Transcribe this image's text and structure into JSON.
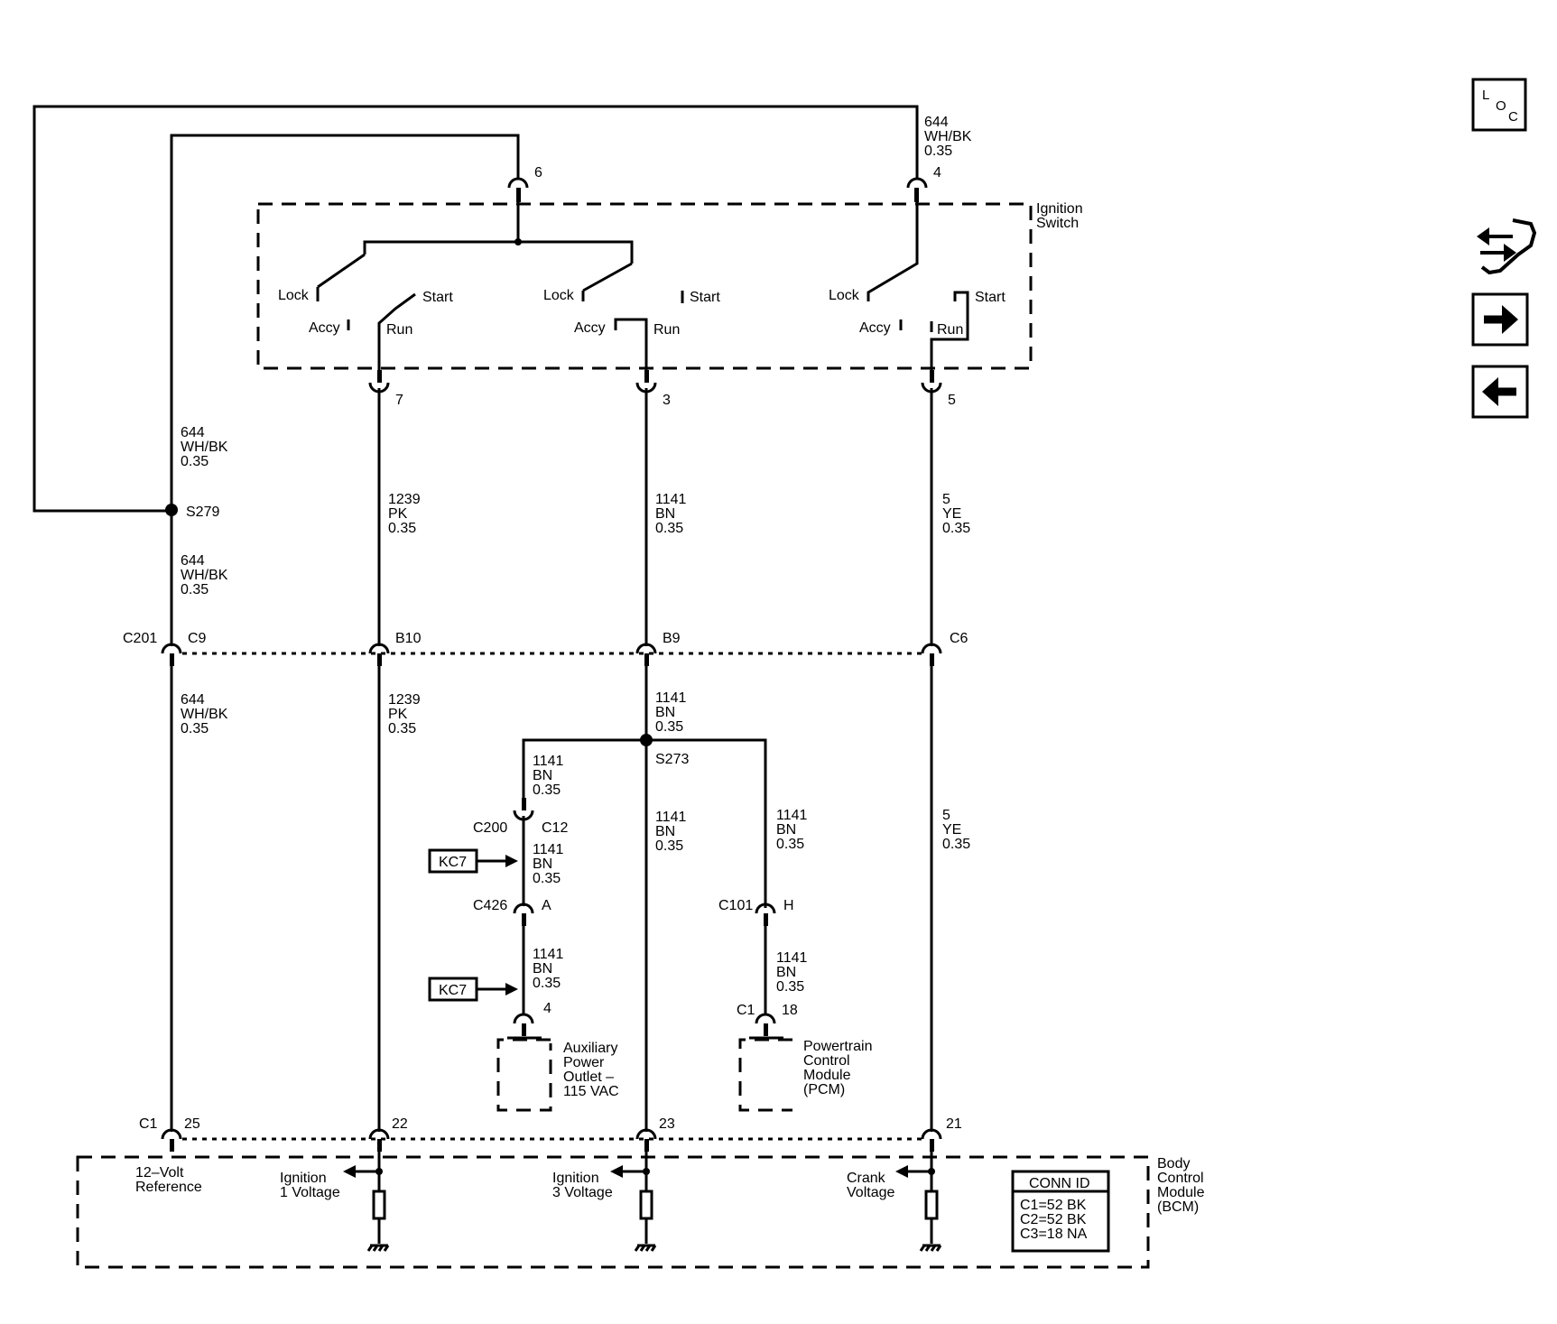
{
  "components": {
    "ignition_switch": [
      "Ignition",
      "Switch"
    ],
    "bcm": [
      "Body",
      "Control",
      "Module",
      "(BCM)"
    ],
    "aux_outlet": [
      "Auxiliary",
      "Power",
      "Outlet –",
      "115 VAC"
    ],
    "pcm": [
      "Powertrain",
      "Control",
      "Module",
      "(PCM)"
    ]
  },
  "switch_positions": {
    "lock": "Lock",
    "accy": "Accy",
    "run": "Run",
    "start": "Start"
  },
  "terminals": {
    "t6": "6",
    "t4": "4",
    "t7": "7",
    "t3": "3",
    "t5": "5"
  },
  "wires": {
    "w644_top": [
      "644",
      "WH/BK",
      "0.35"
    ],
    "w644_a": [
      "644",
      "WH/BK",
      "0.35"
    ],
    "w644_b": [
      "644",
      "WH/BK",
      "0.35"
    ],
    "w644_c": [
      "644",
      "WH/BK",
      "0.35"
    ],
    "w1239_a": [
      "1239",
      "PK",
      "0.35"
    ],
    "w1239_b": [
      "1239",
      "PK",
      "0.35"
    ],
    "w1141_a": [
      "1141",
      "BN",
      "0.35"
    ],
    "w1141_b": [
      "1141",
      "BN",
      "0.35"
    ],
    "w1141_c": [
      "1141",
      "BN",
      "0.35"
    ],
    "w1141_d": [
      "1141",
      "BN",
      "0.35"
    ],
    "w1141_e": [
      "1141",
      "BN",
      "0.35"
    ],
    "w1141_f": [
      "1141",
      "BN",
      "0.35"
    ],
    "w1141_g": [
      "1141",
      "BN",
      "0.35"
    ],
    "w1141_h": [
      "1141",
      "BN",
      "0.35"
    ],
    "w5_a": [
      "5",
      "YE",
      "0.35"
    ],
    "w5_b": [
      "5",
      "YE",
      "0.35"
    ]
  },
  "splices": {
    "s279": "S279",
    "s273": "S273"
  },
  "connectors": {
    "c201": "C201",
    "c9": "C9",
    "b10": "B10",
    "b9": "B9",
    "c6": "C6",
    "c200": "C200",
    "c12": "C12",
    "c426": "C426",
    "a": "A",
    "c101": "C101",
    "h": "H",
    "c1_pcm": "C1",
    "p18": "18",
    "aux4": "4",
    "c1_bcm": "C1",
    "p25": "25",
    "p22": "22",
    "p23": "23",
    "p21": "21"
  },
  "bcm_labels": {
    "ref12": [
      "12–Volt",
      "Reference"
    ],
    "ign1": [
      "Ignition",
      "1 Voltage"
    ],
    "ign3": [
      "Ignition",
      "3 Voltage"
    ],
    "crank": [
      "Crank",
      "Voltage"
    ]
  },
  "refs": {
    "kc7_a": "KC7",
    "kc7_b": "KC7"
  },
  "conn_id": {
    "title": "CONN ID",
    "rows": [
      "C1=52 BK",
      "C2=52 BK",
      "C3=18 NA"
    ]
  },
  "nav": {
    "loc_l": "L",
    "loc_o": "O",
    "loc_c": "C"
  }
}
